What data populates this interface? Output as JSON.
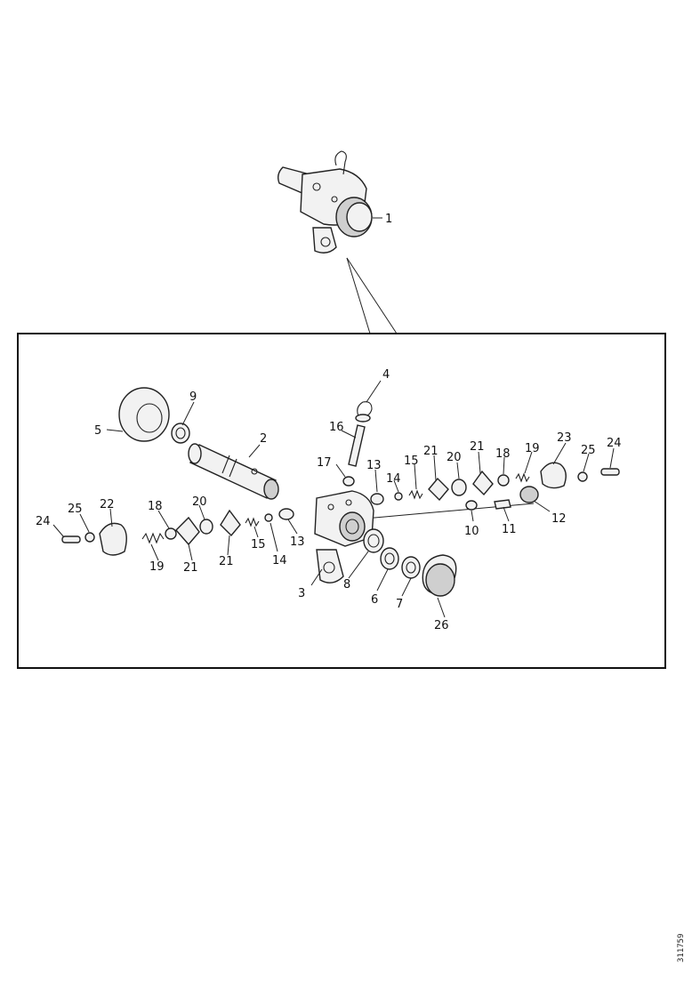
{
  "diagram": {
    "document_number": "311759",
    "callouts": [
      {
        "id": "c1",
        "label": "1"
      },
      {
        "id": "c2",
        "label": "2"
      },
      {
        "id": "c3",
        "label": "3"
      },
      {
        "id": "c4",
        "label": "4"
      },
      {
        "id": "c5",
        "label": "5"
      },
      {
        "id": "c6",
        "label": "6"
      },
      {
        "id": "c7",
        "label": "7"
      },
      {
        "id": "c8",
        "label": "8"
      },
      {
        "id": "c9",
        "label": "9"
      },
      {
        "id": "c10",
        "label": "10"
      },
      {
        "id": "c11",
        "label": "11"
      },
      {
        "id": "c12",
        "label": "12"
      },
      {
        "id": "c13a",
        "label": "13"
      },
      {
        "id": "c13b",
        "label": "13"
      },
      {
        "id": "c14a",
        "label": "14"
      },
      {
        "id": "c14b",
        "label": "14"
      },
      {
        "id": "c15a",
        "label": "15"
      },
      {
        "id": "c15b",
        "label": "15"
      },
      {
        "id": "c16",
        "label": "16"
      },
      {
        "id": "c17",
        "label": "17"
      },
      {
        "id": "c18a",
        "label": "18"
      },
      {
        "id": "c18b",
        "label": "18"
      },
      {
        "id": "c19a",
        "label": "19"
      },
      {
        "id": "c19b",
        "label": "19"
      },
      {
        "id": "c20a",
        "label": "20"
      },
      {
        "id": "c20b",
        "label": "20"
      },
      {
        "id": "c21a",
        "label": "21"
      },
      {
        "id": "c21b",
        "label": "21"
      },
      {
        "id": "c21c",
        "label": "21"
      },
      {
        "id": "c21d",
        "label": "21"
      },
      {
        "id": "c22",
        "label": "22"
      },
      {
        "id": "c23",
        "label": "23"
      },
      {
        "id": "c24a",
        "label": "24"
      },
      {
        "id": "c24b",
        "label": "24"
      },
      {
        "id": "c25a",
        "label": "25"
      },
      {
        "id": "c25b",
        "label": "25"
      },
      {
        "id": "c26",
        "label": "26"
      }
    ]
  }
}
